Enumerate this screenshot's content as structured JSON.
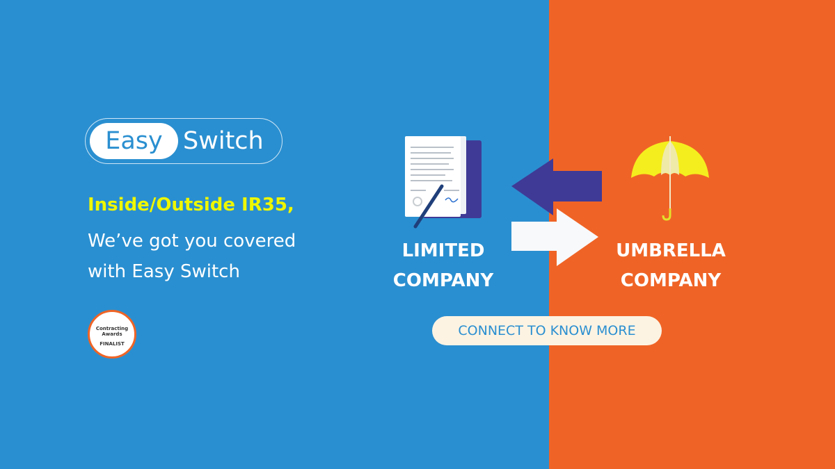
{
  "logo": {
    "easy": "Easy",
    "switch": "Switch"
  },
  "headline": {
    "line1": "Inside/Outside IR35,",
    "line2": "We’ve got you covered",
    "line3": "with Easy Switch"
  },
  "badge": {
    "name": "Contracting Awards",
    "status": "FINALIST"
  },
  "labels": {
    "limited": [
      "LIMITED",
      "COMPANY"
    ],
    "umbrella": [
      "UMBRELLA",
      "COMPANY"
    ]
  },
  "cta": {
    "label": "CONNECT TO KNOW MORE"
  },
  "colors": {
    "blue": "#2A8FD0",
    "orange": "#EF6426",
    "yellow": "#EEF700",
    "arrow_dark": "#3F3A96",
    "cream": "#FDF3E3"
  }
}
